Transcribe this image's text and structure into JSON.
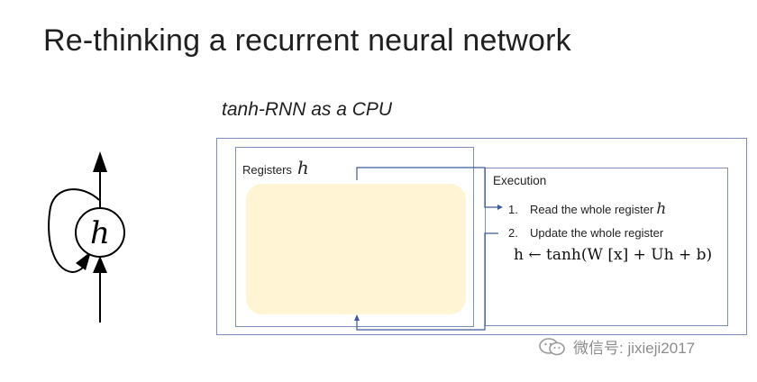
{
  "title": "Re-thinking a recurrent neural network",
  "subtitle": "tanh-RNN as a CPU",
  "rnn_node": {
    "label": "h"
  },
  "registers": {
    "label": "Registers",
    "var": "h"
  },
  "execution": {
    "label": "Execution",
    "steps": [
      {
        "num": "1.",
        "text": "Read the whole register",
        "var": "h"
      },
      {
        "num": "2.",
        "text": "Update the whole register",
        "var": ""
      }
    ],
    "update_rule": "h ← tanh(W [x] + Uh + b)"
  },
  "watermark": {
    "text": "微信号: jixieji2017",
    "icon": "wechat-icon"
  },
  "colors": {
    "line": "#3d5a9a",
    "box_border": "#7b8fb8",
    "register_fill": "#fff3cf"
  }
}
